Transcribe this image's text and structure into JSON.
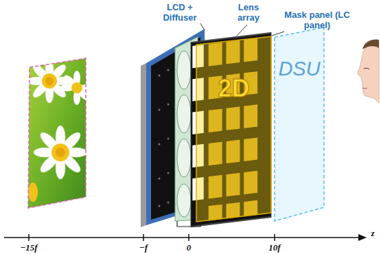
{
  "diagram": {
    "nodes": [
      {
        "text": [
          "2D"
        ]
      },
      {
        "text": [
          "DSU"
        ]
      }
    ],
    "labels": [
      "LCD + Diffuser",
      "Lens array",
      "Mask panel (LC panel)",
      "−15f",
      "−f",
      "0",
      "10f",
      "z"
    ]
  }
}
